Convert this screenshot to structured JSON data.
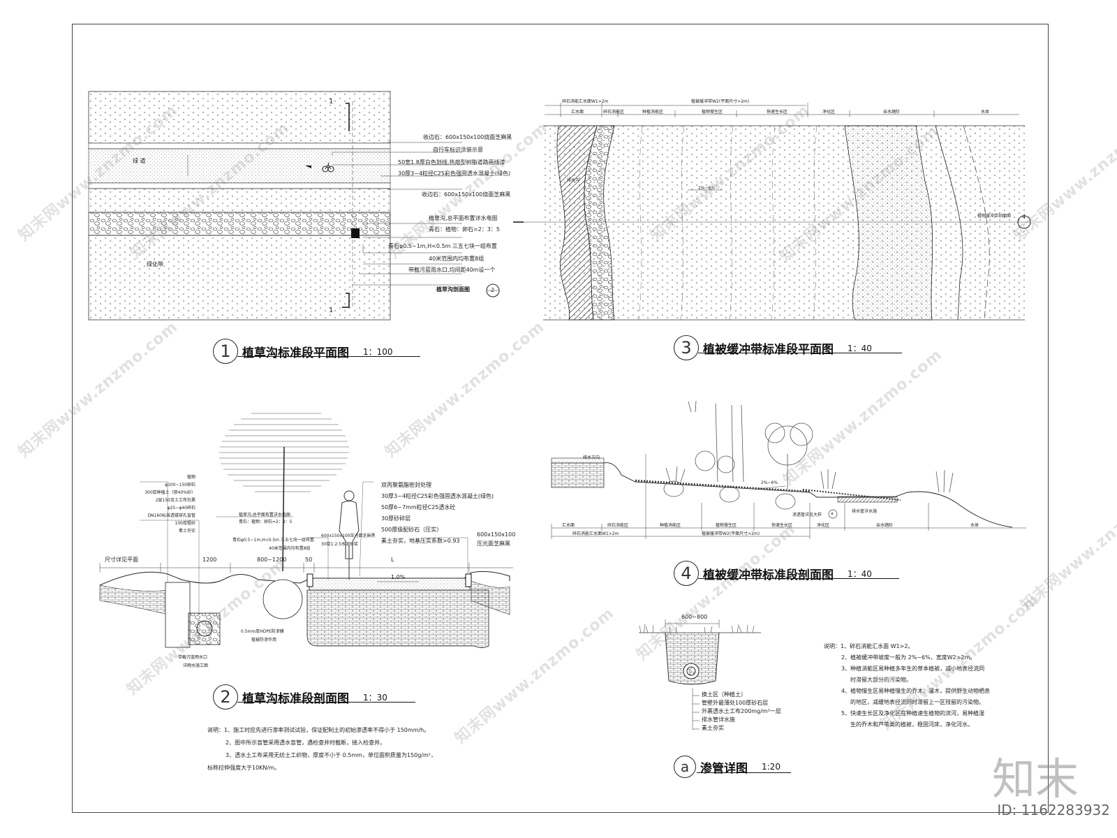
{
  "panel1": {
    "title": "植草沟标准段平面图",
    "number": "1",
    "scale": "1：100",
    "labels": [
      "收边石：600x150x100烧面芝麻黑",
      "自行车标识涂装示意",
      "50宽1.8厚白色划线,热熔型树脂道路画线漆",
      "30厚3~4粒径C25彩色强固透水混凝土(绿色)",
      "收边石：600x150x100烧面芝麻黑",
      "植草沟,总平面布置详水电图",
      "青石：植物：卵石=2：3：5",
      "青石φ0.5~1m,H<0.5m 三五七块一组布置",
      "40米范围内均布置8组",
      "带截污蓝雨水口,均间距40m设一个"
    ],
    "callout": "植草沟剖面图",
    "callout_num": "2",
    "green_way": "绿 道",
    "green_belt": "绿化带",
    "cut_mark": "1"
  },
  "panel2": {
    "title": "植草沟标准段剖面图",
    "number": "2",
    "scale": "1：30",
    "left_labels": [
      "植物",
      "φ100~150卵石",
      "300厚种植土（掺40%砂）",
      "2层150克土工布包裹",
      "φ25~φ40碎石",
      "DN160标准透镂穿孔盲管",
      "100厚粗砂",
      "素土夯实"
    ],
    "right_labels": [
      "双丙聚氨酯密封处理",
      "30厚3~4粒径C25彩色强固透水混凝土(绿色)",
      "50厚6~7mm粒径C25透水砼",
      "30厚砂碎层",
      "500厚级配砂石（压实）",
      "素土夯实，地基压实系数>0.93"
    ],
    "mid_labels": [
      "植草沟,总平面布置详水电图",
      "青石：植物：卵石=2：3：5",
      "青石φ0.5~1m,H<0.5m 三五七块一组布置",
      "40米范围内均布置8组",
      "600x150x100压光面芝麻黑",
      "30厚1:2.5水泥砂浆",
      "600x150x100",
      "压光面芝麻黑"
    ],
    "dims": [
      "尺寸详见平面",
      "1200",
      "800~1200",
      "50",
      "L",
      "1.0%"
    ],
    "bottom_labels": [
      "0.5mm厚HDPE防渗膜",
      "植被防渗作用",
      "带截污蓝雨水口",
      "详雨水施工图"
    ],
    "notes": [
      "说明：1、施工时应先进行渗率测试试验，保证配制土的初始渗透率不得小于 150mm/h。",
      "2、图中所示盲管采用透水盲管，遇检查井时截断，接入检查井。",
      "3、透水土工布采用无纺土工织物，厚度不小于 0.5mm，单位面积质量为150g/m²，",
      "标称拉伸强度大于10KN/m。"
    ]
  },
  "panel3": {
    "title": "植被缓冲带标准段平面图",
    "number": "3",
    "scale": "1：40",
    "top_dims": [
      "碎石消能汇水面W1>2m",
      "植被缓冲带W2(平面尺寸>2m)"
    ],
    "zones": [
      "汇水面",
      "碎石消能区",
      "种植消能区",
      "植物慢生区",
      "快速生长区",
      "净化区",
      "亲水踏阶",
      "水体"
    ],
    "slope": "2%~6%",
    "section_ref": "植物缓冲带剖面图",
    "section_num": "4",
    "swale_label": "排水沟"
  },
  "panel4": {
    "title": "植被缓冲带标准段剖面图",
    "number": "4",
    "scale": "1：40",
    "labels": [
      "排水方向",
      "2%~6%",
      "渗透管详见大样",
      "排水管详水施",
      "a"
    ],
    "zones": [
      "汇水面",
      "碎石消能区",
      "种植消能区",
      "植物慢生区",
      "快速生长区",
      "净化区",
      "亲水踏阶",
      "水体"
    ],
    "bottom_dims": [
      "碎石消能汇水面W1>2m",
      "植被缓冲带W2(平面尺寸>2m)"
    ]
  },
  "panel_a": {
    "title": "渗管详图",
    "number": "a",
    "scale": "1:20",
    "dim": "600~800",
    "labels": [
      "换土区（种植土）",
      "管壁外最薄处100厚砂石层",
      "外裹透水土工布200mg/m²一层",
      "排水管详水施",
      "素土夯实"
    ]
  },
  "notes_right": [
    "说明：1、碎石消能汇水面 W1>2。",
    "2、植被缓冲带坡度一般为 2%~6%，宽度W2>2m。",
    "3、种植消能区易种植多年生的草本植被，减小地表径流同",
    "时滞留大部分的污染物。",
    "4、植物慢生区易种植慢生的乔木、灌木，提供野生动物栖息",
    "的地区，减缓地表径流同时滞留上一区残留的污染物。",
    "5、快速生长区及净化区在种植速生植物的滨河，易种植湿",
    "生的乔木和芦苇类的植被，稳固河床，净化河水。"
  ],
  "watermark_text": "知末网www.znzmo.com",
  "brand": "知末",
  "image_id": "ID: 1162283932"
}
